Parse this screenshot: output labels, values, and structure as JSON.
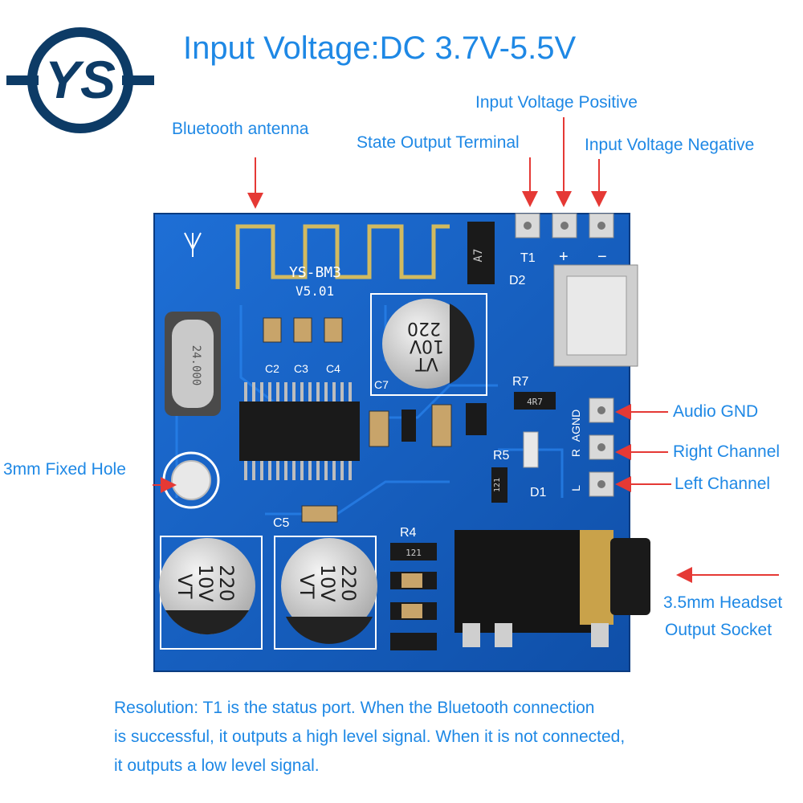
{
  "logo": {
    "icon": "ys-logo-icon",
    "text": "YS"
  },
  "title": "Input Voltage:DC 3.7V-5.5V",
  "callouts": {
    "antenna": "Bluetooth antenna",
    "state_output": "State Output Terminal",
    "vin_positive": "Input Voltage Positive",
    "vin_negative": "Input Voltage Negative",
    "audio_gnd": "Audio GND",
    "right_channel": "Right Channel",
    "left_channel": "Left Channel",
    "fixed_hole": "3mm Fixed Hole",
    "headset_line1": "3.5mm Headset",
    "headset_line2": "Output Socket"
  },
  "board": {
    "model": "YS-BM3",
    "version": "V5.01",
    "crystal": "24.000",
    "cap_main": [
      "220",
      "10V",
      "VT"
    ],
    "cap_left": [
      "220",
      "10V",
      "VT"
    ],
    "cap_mid": [
      "220",
      "10V",
      "VT"
    ],
    "diode": "A7",
    "resistor_r7": "4R7",
    "resistor_r4": "121",
    "resistor_r5": "121",
    "labels": {
      "c2": "C2",
      "c3": "C3",
      "c4": "C4",
      "c5": "C5",
      "c7": "C7",
      "d1": "D1",
      "d2": "D2",
      "r4": "R4",
      "r5": "R5",
      "r7": "R7",
      "t1": "T1",
      "plus": "+",
      "minus": "−",
      "agnd": "AGND",
      "r": "R",
      "l": "L"
    }
  },
  "resolution": [
    "Resolution: T1 is the status port. When the Bluetooth connection",
    "is successful, it outputs a high level signal. When it is not connected,",
    "it outputs a low level signal."
  ],
  "colors": {
    "text": "#1e88e5",
    "arrow": "#e53935",
    "pcb": "#1565c0",
    "logo": "#0d3b66"
  }
}
